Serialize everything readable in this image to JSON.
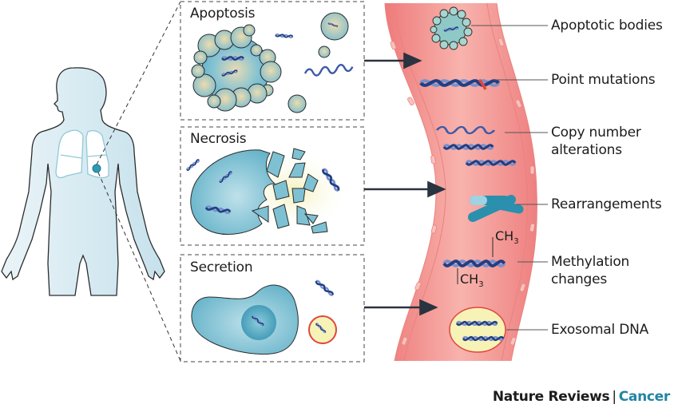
{
  "panels": {
    "apoptosis": {
      "title": "Apoptosis"
    },
    "necrosis": {
      "title": "Necrosis"
    },
    "secretion": {
      "title": "Secretion"
    }
  },
  "labels": {
    "apoptotic_bodies": "Apoptotic bodies",
    "point_mutations": "Point mutations",
    "copy_number_line1": "Copy number",
    "copy_number_line2": "alterations",
    "rearrangements": "Rearrangements",
    "methylation_line1": "Methylation",
    "methylation_line2": "changes",
    "exosomal_dna": "Exosomal DNA"
  },
  "methyl": {
    "group": "CH",
    "subscript": "3"
  },
  "footer": {
    "journal": "Nature Reviews",
    "separator": "|",
    "section": "Cancer"
  },
  "colors": {
    "body_fill": "#d7eaf3",
    "cell_fill": "#6bb6cb",
    "vessel_fill": "#f39a9a",
    "vessel_wall": "#f6b4b0",
    "dna_dark": "#1f3f86",
    "dna_light": "#7c8fc9",
    "mutation": "#e0463e",
    "exosome_fill": "#f7f3b6",
    "exosome_ring": "#e0463e",
    "accent": "#2385a2",
    "arrow": "#2a3340"
  }
}
